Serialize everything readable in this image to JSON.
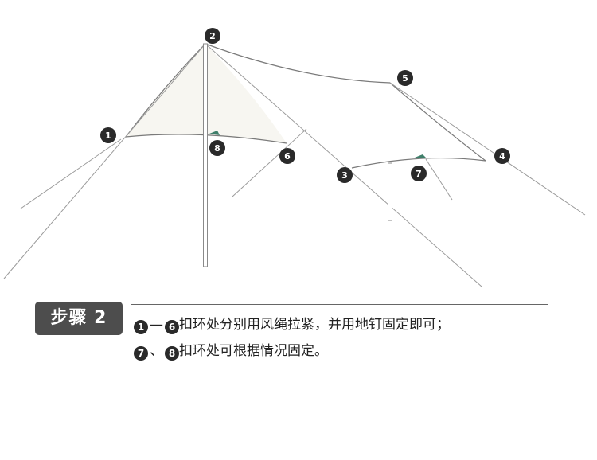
{
  "markers": [
    {
      "label": "1"
    },
    {
      "label": "2"
    },
    {
      "label": "3"
    },
    {
      "label": "4"
    },
    {
      "label": "5"
    },
    {
      "label": "6"
    },
    {
      "label": "7"
    },
    {
      "label": "8"
    }
  ],
  "step": {
    "title": "步骤 2"
  },
  "instructions": [
    {
      "start": "1",
      "dash": "—",
      "end": "6",
      "text": "扣环处分别用风绳拉紧，并用地钉固定即可；"
    },
    {
      "start": "7",
      "dash": "、",
      "end": "8",
      "text": "扣环处可根据情况固定。"
    }
  ],
  "colors": {
    "tarp_fill": "#f7f6f1",
    "line": "#7a7a7a",
    "marker": "#2a2a2a",
    "badge": "#4d4d4d",
    "accent": "#3f7f6a"
  }
}
